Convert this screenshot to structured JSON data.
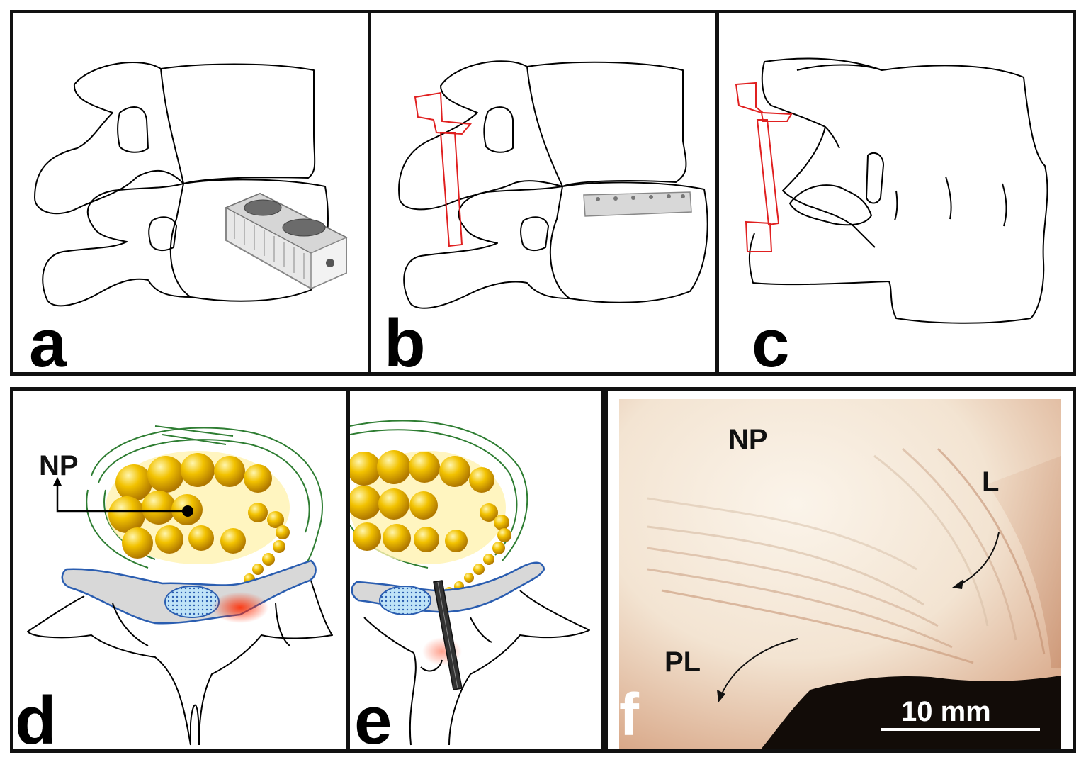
{
  "panels": {
    "a": {
      "label": "a"
    },
    "b": {
      "label": "b"
    },
    "c": {
      "label": "c"
    },
    "d": {
      "label": "d",
      "np_label": "NP"
    },
    "e": {
      "label": "e"
    },
    "f": {
      "label": "f",
      "np_label": "NP",
      "l_label": "L",
      "pl_label": "PL",
      "scale_text": "10 mm"
    }
  },
  "colors": {
    "frame": "#111111",
    "outline": "#000000",
    "implant_line": "#e02020",
    "annulus": "#2e7d32",
    "nucleus": "#f2c200",
    "canal": "#2a5db0",
    "tissue": "#f6ecdf"
  },
  "icons": [
    "arrow-up-icon",
    "pointer-dot-icon",
    "scale-bar-icon",
    "curved-arrow-icon",
    "needle-icon"
  ]
}
